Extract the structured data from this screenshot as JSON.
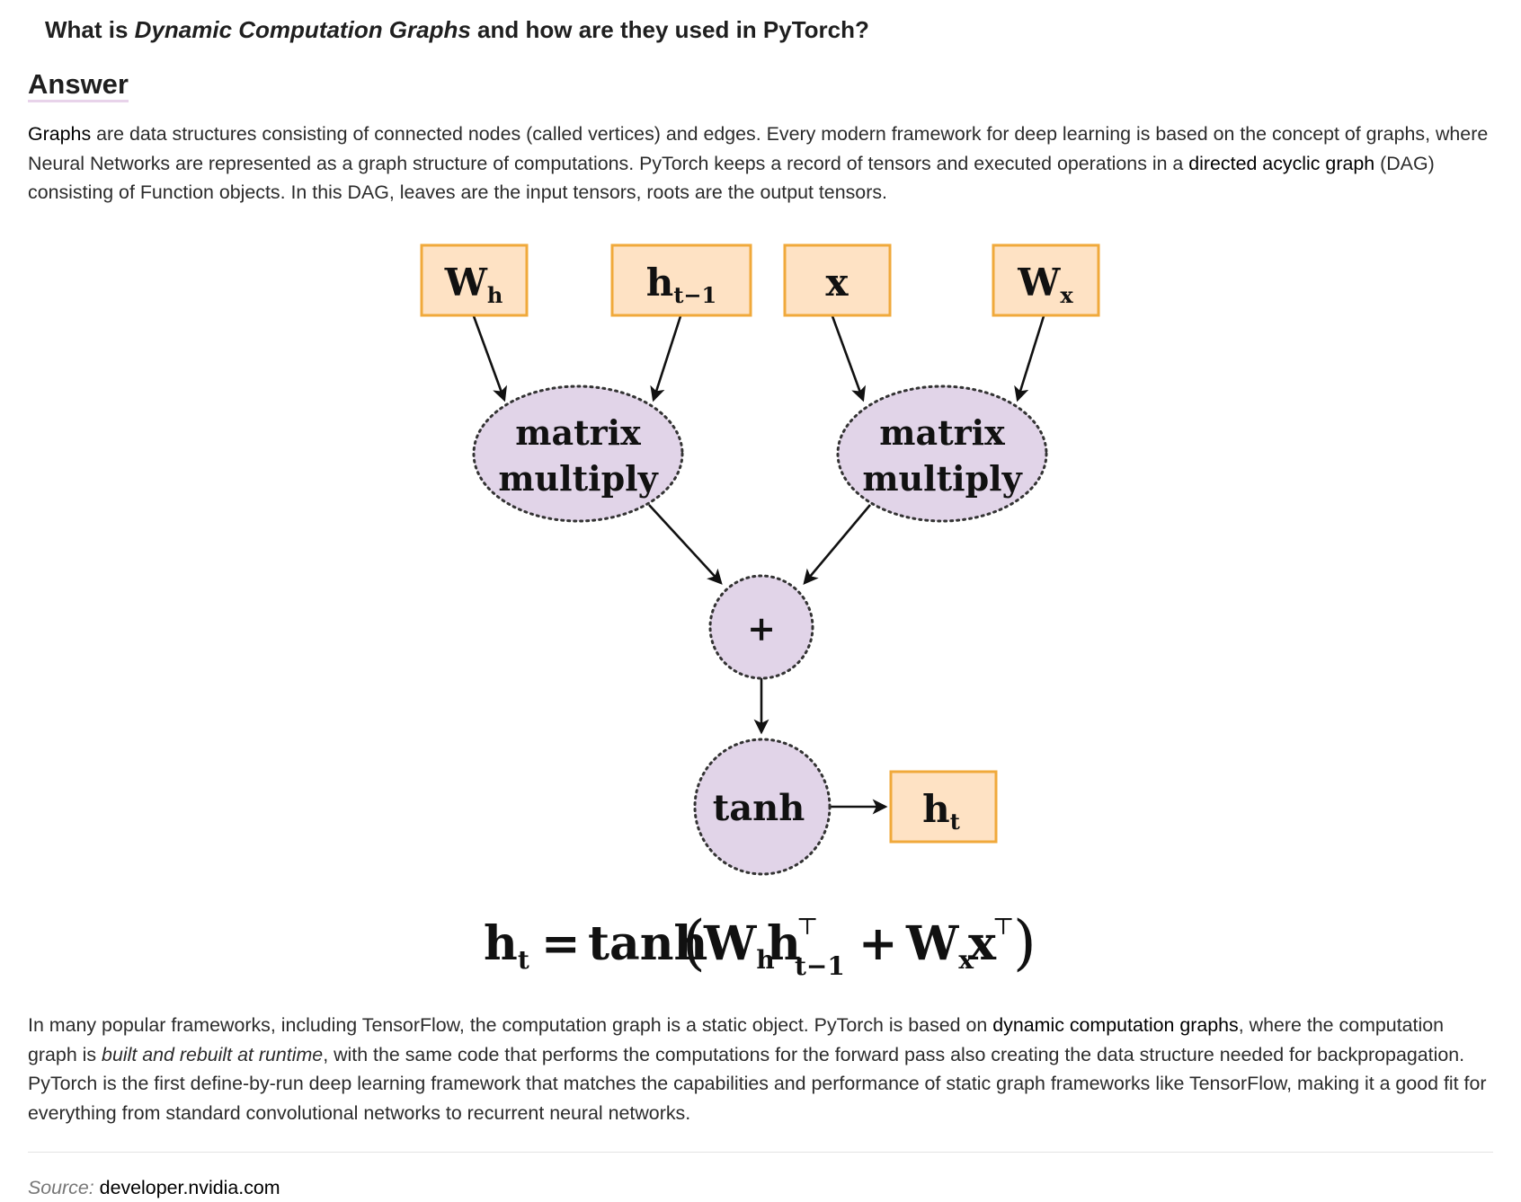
{
  "question": {
    "prefix": "What is ",
    "emphasis": "Dynamic Computation Graphs",
    "suffix": " and how are they used in PyTorch?"
  },
  "answer_heading": "Answer",
  "paragraph1": {
    "link1": "Graphs",
    "text1": " are data structures consisting of connected nodes (called vertices) and edges. Every modern framework for deep learning is based on the concept of graphs, where Neural Networks are represented as a graph structure of computations. PyTorch keeps a record of tensors and executed operations in a ",
    "link2": "directed acyclic graph",
    "text2": " (DAG) consisting of Function objects. In this DAG, leaves are the input tensors, roots are the output tensors."
  },
  "diagram": {
    "inputs": {
      "wh": {
        "base": "W",
        "sub": "h"
      },
      "ht1": {
        "base": "h",
        "sub": "t−1"
      },
      "x": {
        "base": "x"
      },
      "wx": {
        "base": "W",
        "sub": "x"
      }
    },
    "ops": {
      "matmul_left": [
        "matrix",
        "multiply"
      ],
      "matmul_right": [
        "matrix",
        "multiply"
      ],
      "plus": "+",
      "tanh": "tanh"
    },
    "output": {
      "base": "h",
      "sub": "t"
    },
    "formula": {
      "lhs_base": "h",
      "lhs_sub": "t",
      "eq": "=",
      "fn": "tanh",
      "w1": "W",
      "w1_sub": "h",
      "h": "h",
      "h_sup": "⊤",
      "h_sub": "t−1",
      "plus": "+",
      "w2": "W",
      "w2_sub": "x",
      "x": "x",
      "x_sup": "⊤"
    },
    "colors": {
      "input_fill": "#fee2c4",
      "input_stroke": "#f0a93b",
      "op_fill": "#e1d4e8",
      "op_stroke": "#333333",
      "arrow": "#111111"
    }
  },
  "paragraph2": {
    "text1": "In many popular frameworks, including TensorFlow, the computation graph is a static object. PyTorch is based on ",
    "link": "dynamic computation graphs",
    "text2": ", where the computation graph is ",
    "emphasis": "built and rebuilt at runtime",
    "text3": ", with the same code that performs the computations for the forward pass also creating the data structure needed for backpropagation. PyTorch is the first define-by-run deep learning framework that matches the capabilities and performance of static graph frameworks like TensorFlow, making it a good fit for everything from standard convolutional networks to recurrent neural networks."
  },
  "source": {
    "label": "Source:",
    "value": "developer.nvidia.com"
  }
}
